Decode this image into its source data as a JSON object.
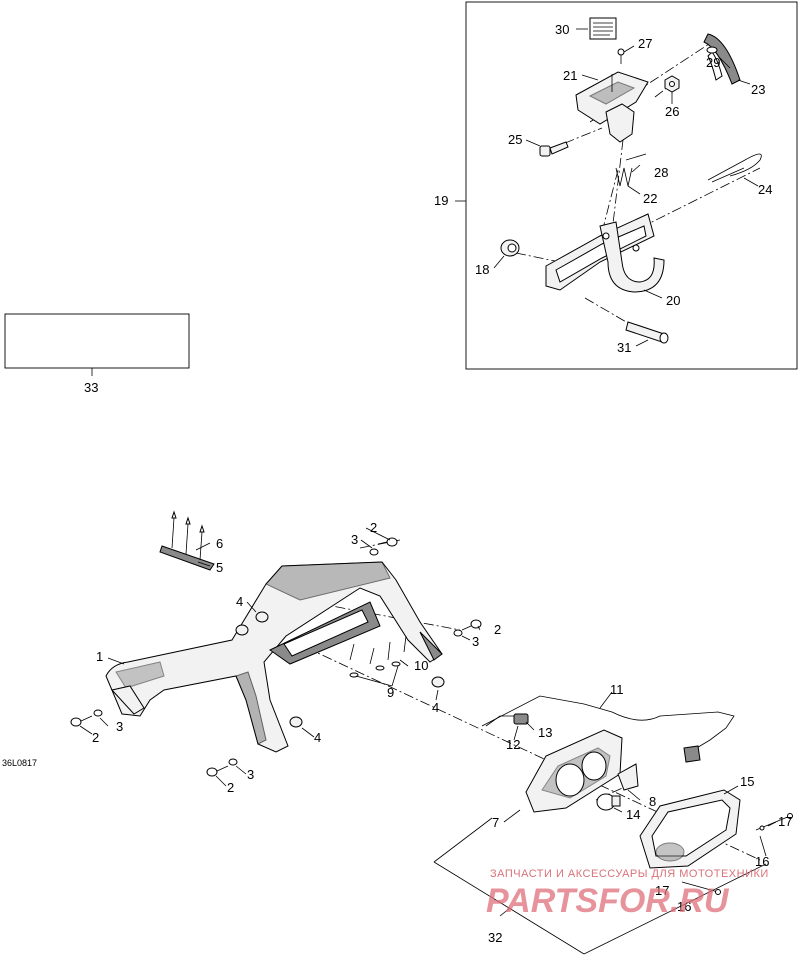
{
  "figure_code": "36L0817",
  "kit_box_callout": "33",
  "callouts": {
    "c1": "1",
    "c2a": "2",
    "c2b": "2",
    "c2c": "2",
    "c2d": "2",
    "c3a": "3",
    "c3b": "3",
    "c3c": "3",
    "c3d": "3",
    "c4a": "4",
    "c4b": "4",
    "c4c": "4",
    "c5": "5",
    "c6": "6",
    "c7": "7",
    "c8": "8",
    "c9": "9",
    "c10": "10",
    "c11": "11",
    "c12": "12",
    "c13": "13",
    "c14": "14",
    "c15": "15",
    "c16a": "16",
    "c16b": "16",
    "c17a": "17",
    "c17b": "17",
    "c18": "18",
    "c19": "19",
    "c20": "20",
    "c21": "21",
    "c22": "22",
    "c23": "23",
    "c24": "24",
    "c25": "25",
    "c26": "26",
    "c27": "27",
    "c28": "28",
    "c29": "29",
    "c30": "30",
    "c31": "31",
    "c32": "32"
  },
  "watermark": {
    "tagline": "ЗАПЧАСТИ И АКСЕССУАРЫ ДЛЯ МОТОТЕХНИКИ",
    "brand": "PARTSFOR.RU"
  }
}
